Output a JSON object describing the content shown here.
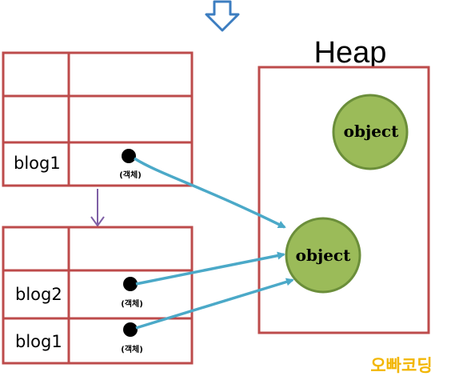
{
  "colors": {
    "frame_border": "#bd4b4b",
    "arrow": "#4ba9c8",
    "object_fill": "#9bbb59",
    "object_border": "#6b8e3a",
    "transition_arrow": "#7f5fa5",
    "down_arrow": "#3c7dc0",
    "brand": "#f2b600"
  },
  "heap": {
    "title": "Heap"
  },
  "objects": [
    {
      "label": "object"
    },
    {
      "label": "object"
    }
  ],
  "stack_before": {
    "rows": [
      {
        "name": "",
        "value": ""
      },
      {
        "name": "",
        "value": ""
      },
      {
        "name": "blog1",
        "value": "(객체)"
      }
    ]
  },
  "stack_after": {
    "rows": [
      {
        "name": "",
        "value": ""
      },
      {
        "name": "blog2",
        "value": "(객체)"
      },
      {
        "name": "blog1",
        "value": "(객체)"
      }
    ]
  },
  "brand": {
    "text": "오빠코딩"
  }
}
